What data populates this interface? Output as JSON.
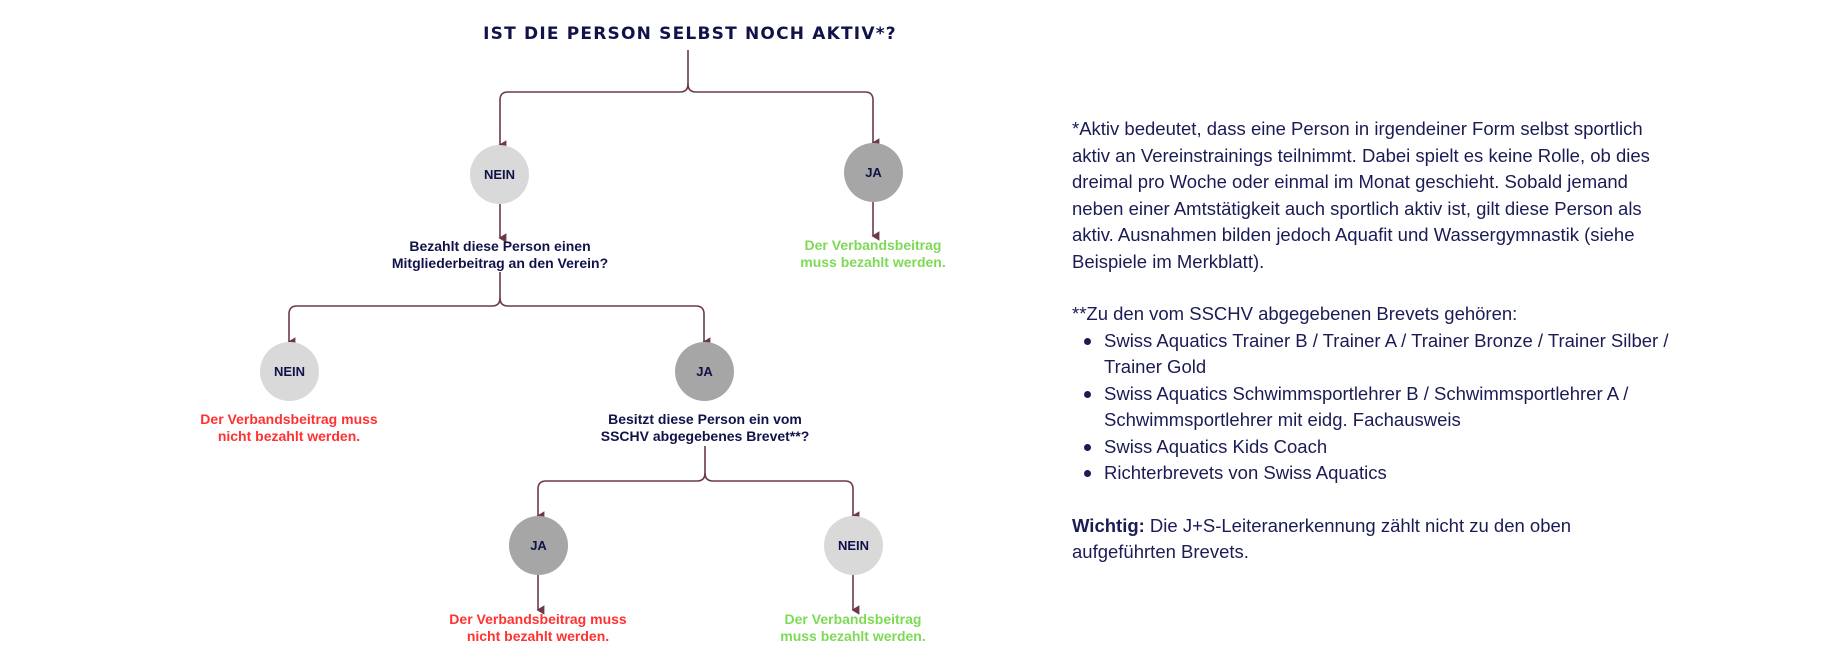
{
  "diagram": {
    "title": "IST DIE PERSON SELBST NOCH AKTIV*?",
    "colors": {
      "text": "#12124a",
      "line": "#6b3a4a",
      "nein_node": "#d9d9d9",
      "ja_node": "#a6a6a6",
      "pay_required": "#7ed957",
      "pay_not_required": "#ff3131"
    },
    "level1": {
      "left_node": "NEIN",
      "right_node": "JA",
      "right_result": [
        "Der Verbandsbeitrag",
        "muss bezahlt werden."
      ],
      "left_question": [
        "Bezahlt diese Person einen",
        "Mitgliederbeitrag an den Verein?"
      ]
    },
    "level2": {
      "left_node": "NEIN",
      "left_result": [
        "Der Verbandsbeitrag muss",
        "nicht bezahlt werden."
      ],
      "right_node": "JA",
      "right_question": [
        "Besitzt diese Person ein vom",
        "SSCHV abgegebenes Brevet**?"
      ]
    },
    "level3": {
      "left_node": "JA",
      "left_result": [
        "Der Verbandsbeitrag muss",
        "nicht bezahlt werden."
      ],
      "right_node": "NEIN",
      "right_result": [
        "Der Verbandsbeitrag",
        "muss bezahlt werden."
      ]
    }
  },
  "notes": {
    "aktiv_footnote": "*Aktiv bedeutet, dass eine Person in irgendeiner Form selbst sportlich aktiv an Vereinstrainings teilnimmt. Dabei spielt es keine Rolle, ob dies dreimal pro Woche oder einmal im Monat geschieht. Sobald jemand neben einer Amtstätigkeit auch sportlich aktiv ist, gilt diese Person als aktiv. Ausnahmen bilden jedoch Aquafit und Wassergymnastik (siehe Beispiele im Merkblatt).",
    "brevets_intro": "**Zu den vom SSCHV abgegebenen Brevets gehören:",
    "brevets": [
      "Swiss Aquatics Trainer B / Trainer A / Trainer Bronze / Trainer Silber / Trainer Gold",
      "Swiss Aquatics Schwimmsportlehrer B / Schwimmsportlehrer A / Schwimmsportlehrer mit eidg. Fachausweis",
      "Swiss Aquatics Kids Coach",
      "Richterbrevets von Swiss Aquatics"
    ],
    "important_label": "Wichtig:",
    "important_text": " Die J+S-Leiteranerkennung zählt nicht zu den oben aufgeführten Brevets."
  }
}
